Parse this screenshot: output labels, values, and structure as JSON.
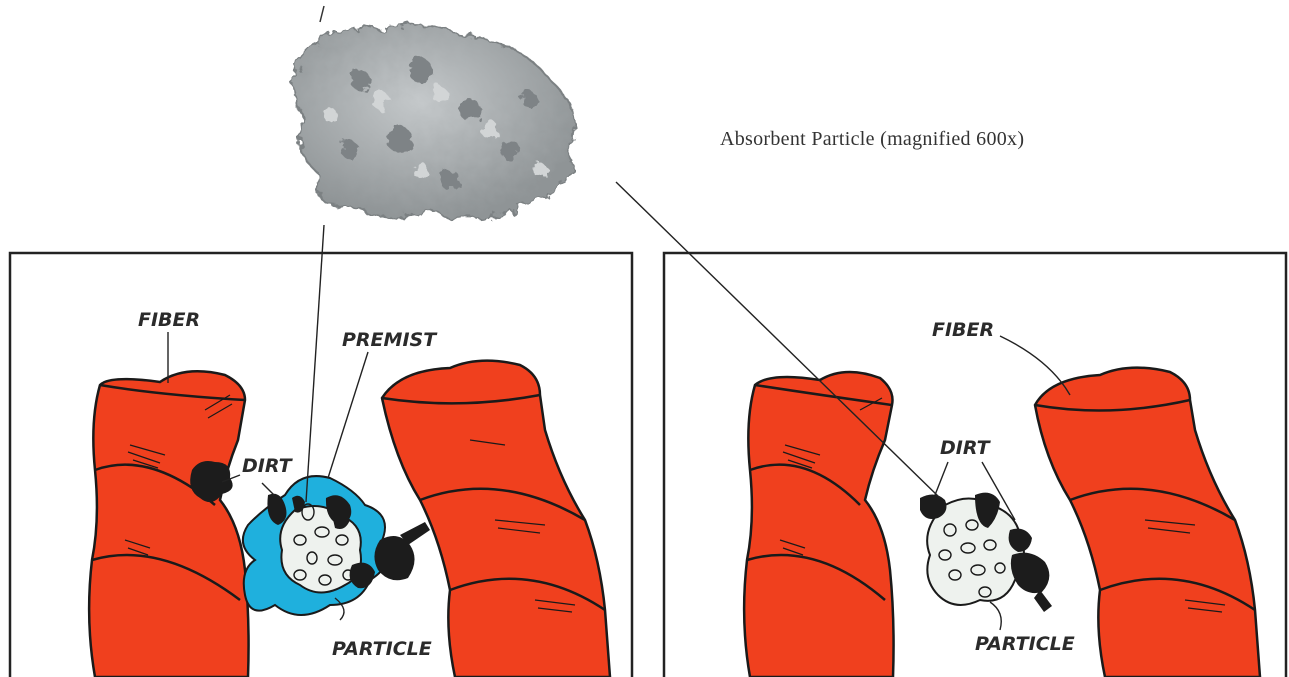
{
  "caption": "Absorbent Particle (magnified 600x)",
  "left_panel": {
    "fiber": "FIBER",
    "premist": "PREMIST",
    "dirt": "DIRT",
    "particle": "PARTICLE"
  },
  "right_panel": {
    "fiber": "FIBER",
    "dirt": "DIRT",
    "particle": "PARTICLE"
  },
  "colors": {
    "fiber": "#f0401e",
    "premist": "#1fb0dd",
    "particle": "#eef2ee",
    "dirt": "#1c1c1c",
    "micrograph": "#a9adaf"
  }
}
